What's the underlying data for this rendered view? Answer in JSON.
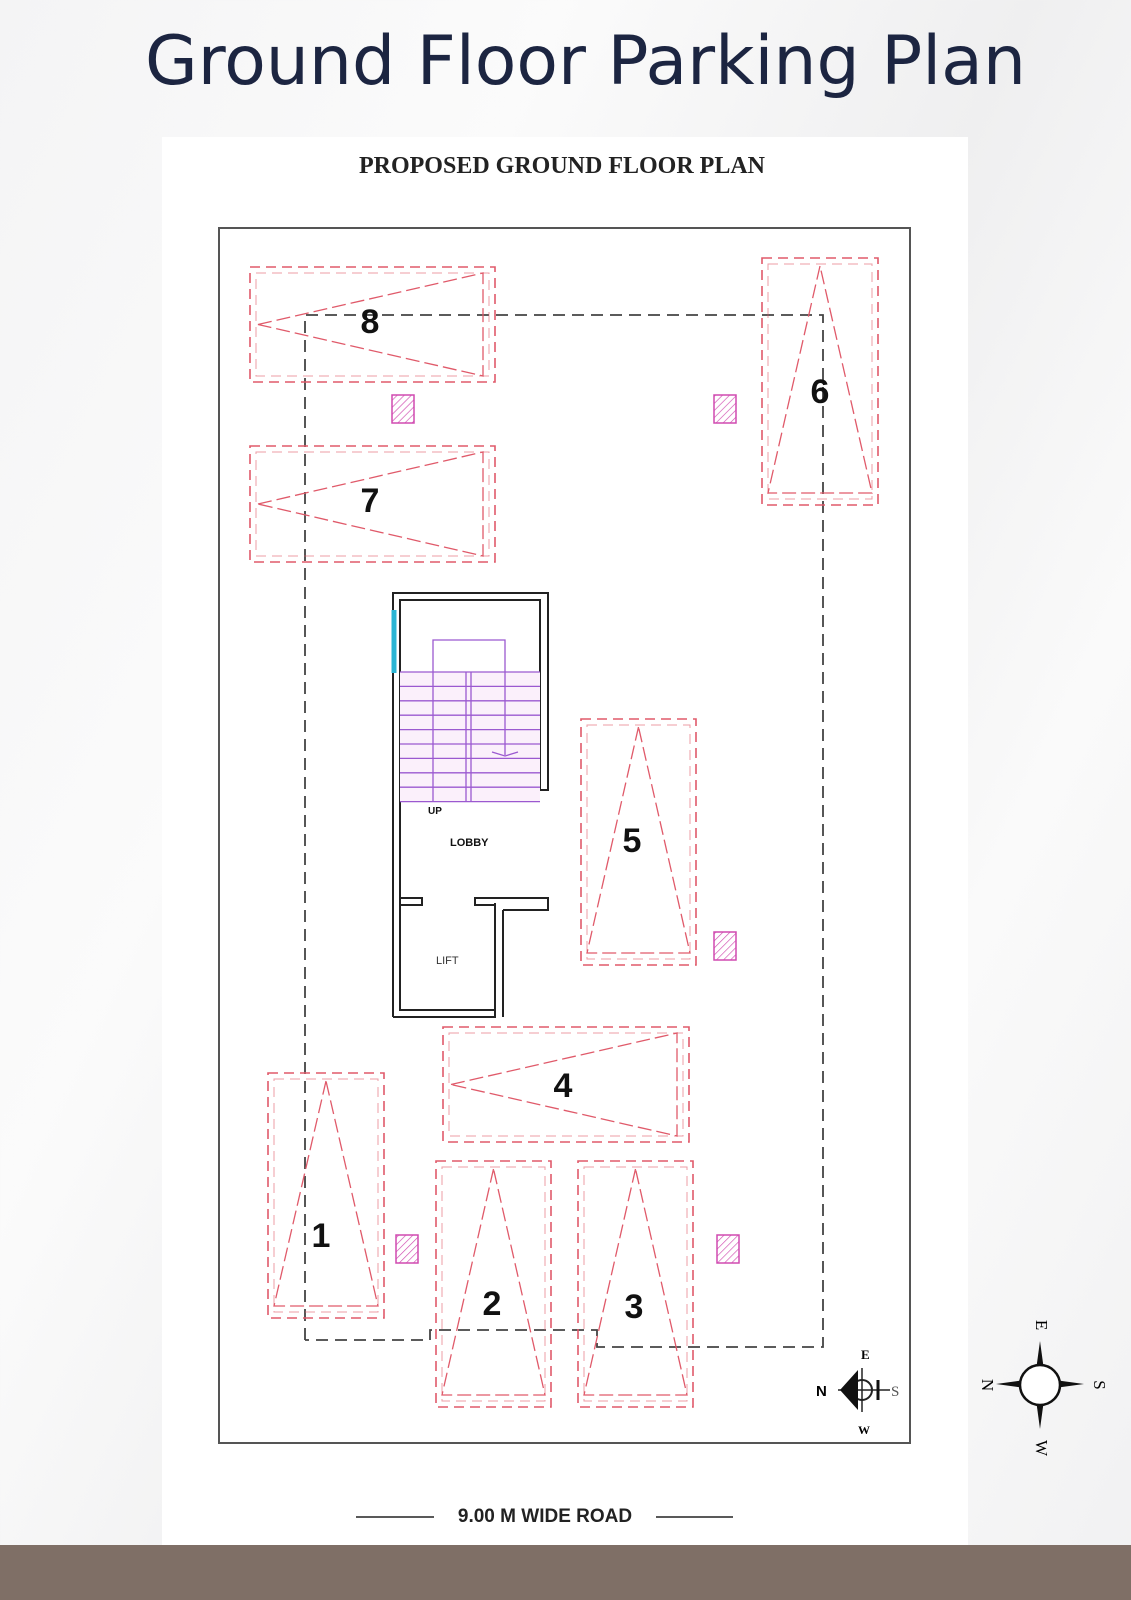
{
  "header": {
    "title": "Ground Floor Parking Plan"
  },
  "plan": {
    "title": "PROPOSED GROUND FLOOR PLAN",
    "road_label": "9.00 M WIDE ROAD",
    "rooms": {
      "up": "UP",
      "lobby": "LOBBY",
      "lift": "LIFT"
    },
    "parking_slots": [
      "8",
      "7",
      "6",
      "5",
      "4",
      "1",
      "2",
      "3"
    ],
    "compass_small": {
      "n": "N",
      "e": "E",
      "s": "S",
      "w": "W"
    },
    "compass_large": {
      "n": "N",
      "e": "E",
      "s": "S",
      "w": "W"
    }
  },
  "colors": {
    "title": "#1c2541",
    "parking": "#e05a6a",
    "stair": "#9b59d0",
    "footer": "#7f6f66"
  }
}
